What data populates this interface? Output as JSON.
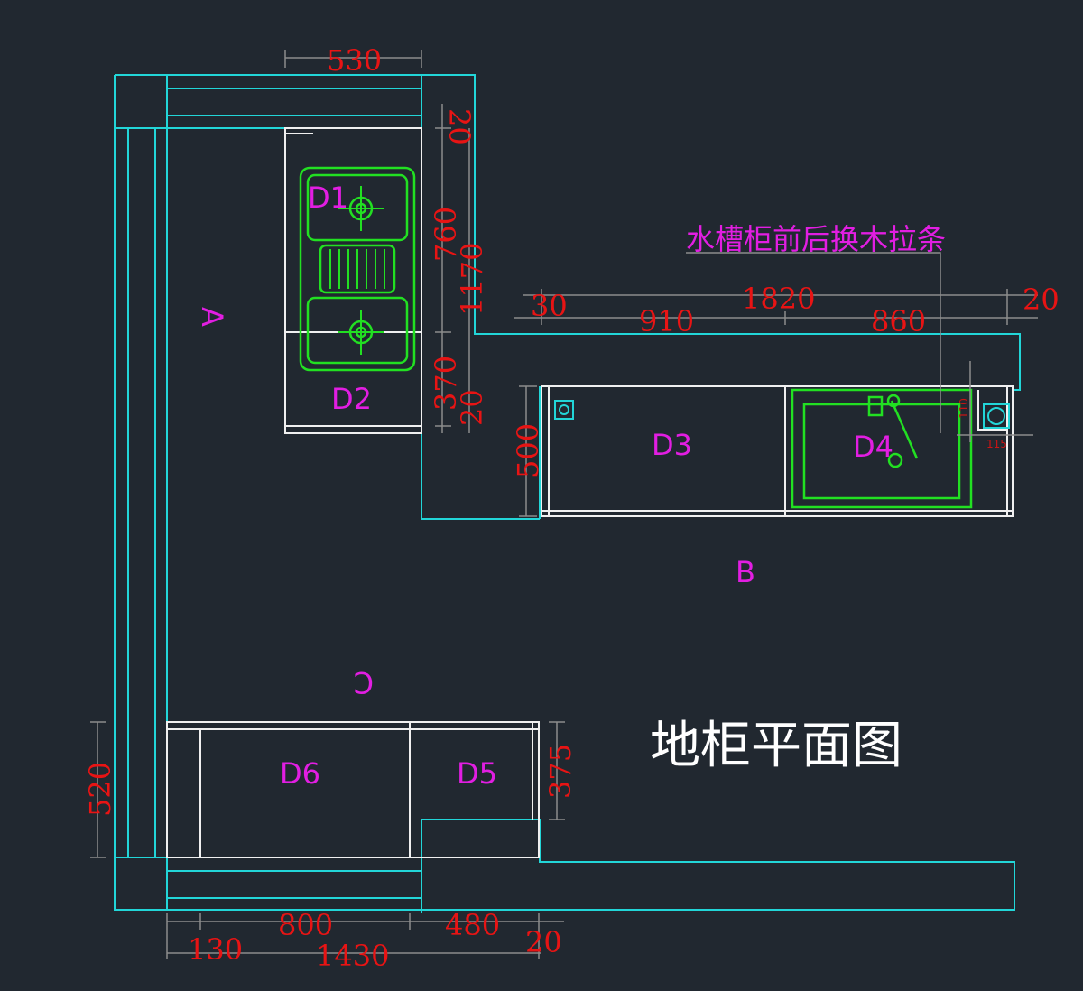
{
  "title": "地柜平面图",
  "note": "水槽柜前后换木拉条",
  "zones": {
    "a": "A",
    "b": "B",
    "c": "C"
  },
  "cabinets": {
    "d1": "D1",
    "d2": "D2",
    "d3": "D3",
    "d4": "D4",
    "d5": "D5",
    "d6": "D6"
  },
  "dimensions": {
    "top_width": "530",
    "right_top_20": "20",
    "d1_depth": "760",
    "total_1170": "1170",
    "d2_depth": "370",
    "bottom_20": "20",
    "b_30": "30",
    "b_total": "1820",
    "b_20": "20",
    "b_910": "910",
    "b_860": "860",
    "b_depth": "500",
    "small_110": "110",
    "small_115": "115",
    "c_depth": "520",
    "d5_depth": "375",
    "bottom_800": "800",
    "bottom_480": "480",
    "bottom_130": "130",
    "bottom_1430": "1430",
    "bottom_right_20": "20"
  },
  "colors": {
    "background": "#212830",
    "outline": "#22d6d8",
    "dimension": "#e81414",
    "label": "#e21ee2",
    "sink": "#22e022"
  }
}
